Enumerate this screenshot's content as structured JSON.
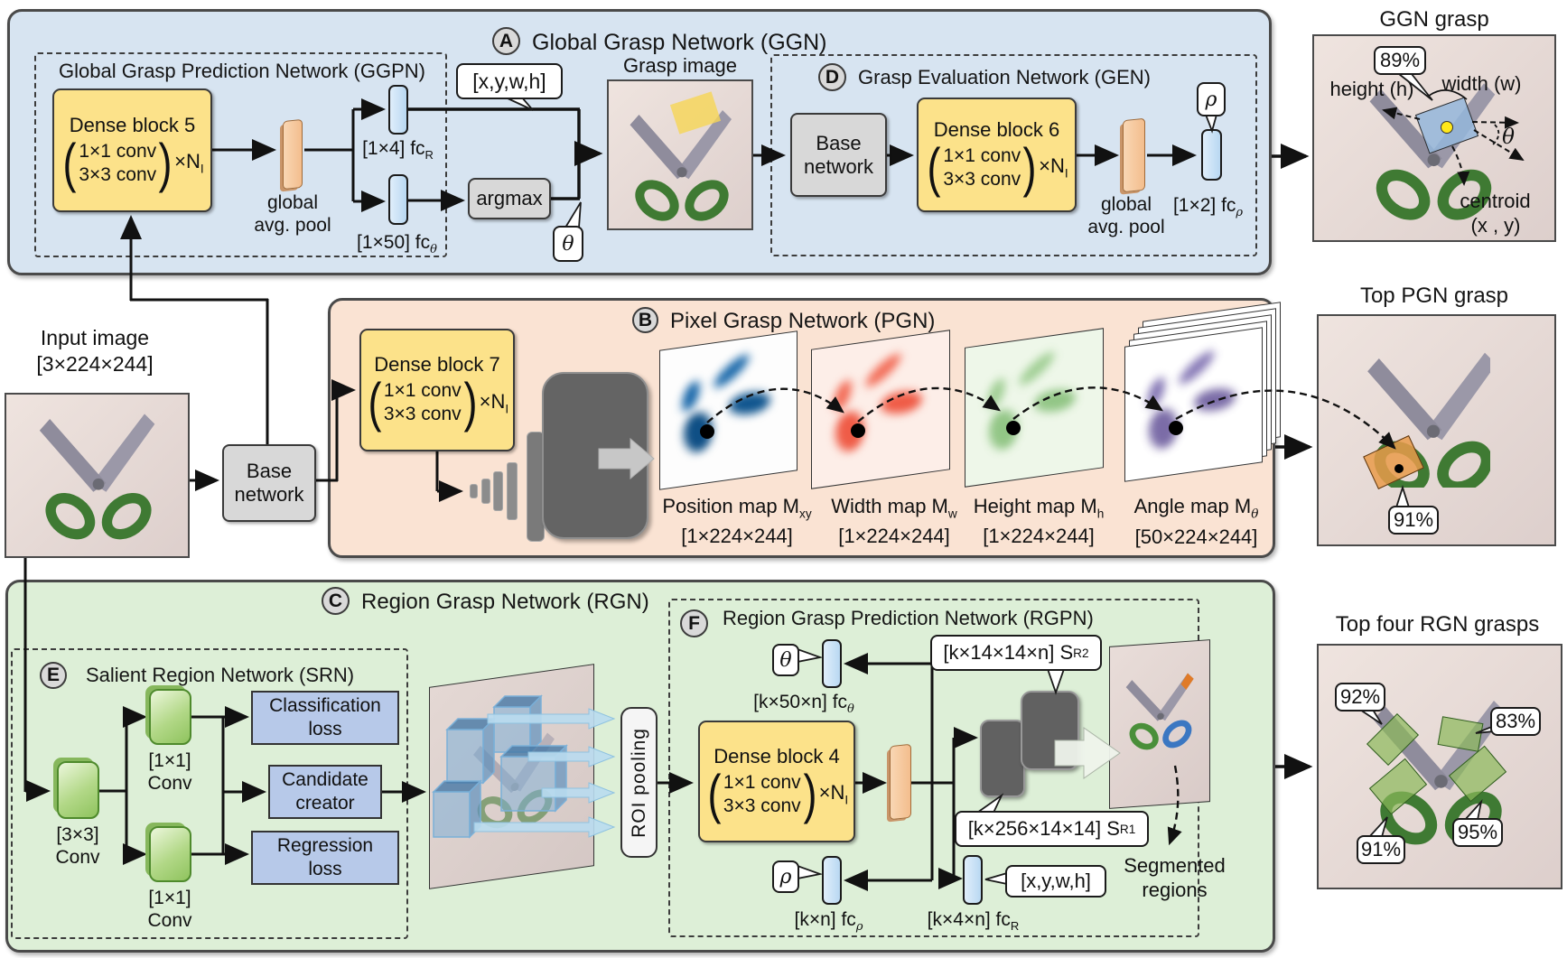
{
  "ggn": {
    "tag": "A",
    "title": "Global Grasp Network (GGN)",
    "ggpn_title": "Global Grasp Prediction Network (GGPN)",
    "db5_title": "Dense block 5",
    "pool": {
      "l1": "global",
      "l2": "avg. pool"
    },
    "fc_r": {
      "label": "[1×4] fc",
      "sub": "R"
    },
    "fc_t": {
      "label": "[1×50] fc",
      "sub": "θ"
    },
    "argmax": "argmax",
    "xywh": "[x,y,w,h]",
    "theta": "θ",
    "grasp_image": "Grasp image",
    "gen": {
      "tag": "D",
      "title": "Grasp Evaluation Network (GEN)",
      "db6_title": "Dense block 6",
      "rho": "ρ",
      "fc_rho": {
        "label": "[1×2] fc",
        "sub": "ρ"
      }
    }
  },
  "base": {
    "l1": "Base",
    "l2": "network"
  },
  "dense_core": {
    "l1": "1×1 conv",
    "l2": "3×3 conv",
    "mult": "×N",
    "sub": "I"
  },
  "input": {
    "l1": "Input image",
    "l2": "[3×224×244]"
  },
  "pgn": {
    "tag": "B",
    "title": "Pixel Grasp Network (PGN)",
    "db7_title": "Dense block 7",
    "maps": [
      {
        "name": "Position map M",
        "sub": "xy",
        "dims": "[1×224×244]"
      },
      {
        "name": "Width map M",
        "sub": "w",
        "dims": "[1×224×244]"
      },
      {
        "name": "Height map M",
        "sub": "h",
        "dims": "[1×224×244]"
      },
      {
        "name": "Angle map M",
        "sub": "θ",
        "dims": "[50×224×244]"
      }
    ]
  },
  "rgn": {
    "tag": "C",
    "title": "Region Grasp Network (RGN)",
    "srn": {
      "tag": "E",
      "title": "Salient Region Network (SRN)",
      "conv33": {
        "l1": "[3×3]",
        "l2": "Conv"
      },
      "conv11": {
        "l1": "[1×1]",
        "l2": "Conv"
      },
      "cls": {
        "l1": "Classification",
        "l2": "loss"
      },
      "cand": {
        "l1": "Candidate",
        "l2": "creator"
      },
      "reg": {
        "l1": "Regression",
        "l2": "loss"
      }
    },
    "roi": "ROI pooling",
    "rgpn": {
      "tag": "F",
      "title": "Region Grasp Prediction Network (RGPN)",
      "db4_title": "Dense block 4",
      "theta": "θ",
      "rho": "ρ",
      "fc_t": {
        "label": "[k×50×n]  fc",
        "sub": "θ"
      },
      "fc_rho": {
        "label": "[k×n]  fc",
        "sub": "ρ"
      },
      "fc_r": {
        "label": "[k×4×n]  fc",
        "sub": "R"
      },
      "sr2": {
        "label": "[k×14×14×n] S",
        "sub": "R2"
      },
      "sr1": {
        "label": "[k×256×14×14] S",
        "sub": "R1"
      },
      "xywh": "[x,y,w,h]",
      "segmented": {
        "l1": "Segmented",
        "l2": "regions"
      }
    }
  },
  "outputs": {
    "ggn": {
      "title": "GGN grasp",
      "score": "89%",
      "height": "height (h)",
      "width": "width (w)",
      "theta": "θ",
      "centroid_l1": "centroid",
      "centroid_l2": "(x , y)"
    },
    "pgn": {
      "title": "Top PGN grasp",
      "score": "91%"
    },
    "rgn": {
      "title": "Top four RGN grasps",
      "scores": [
        "92%",
        "83%",
        "91%",
        "95%"
      ]
    }
  }
}
